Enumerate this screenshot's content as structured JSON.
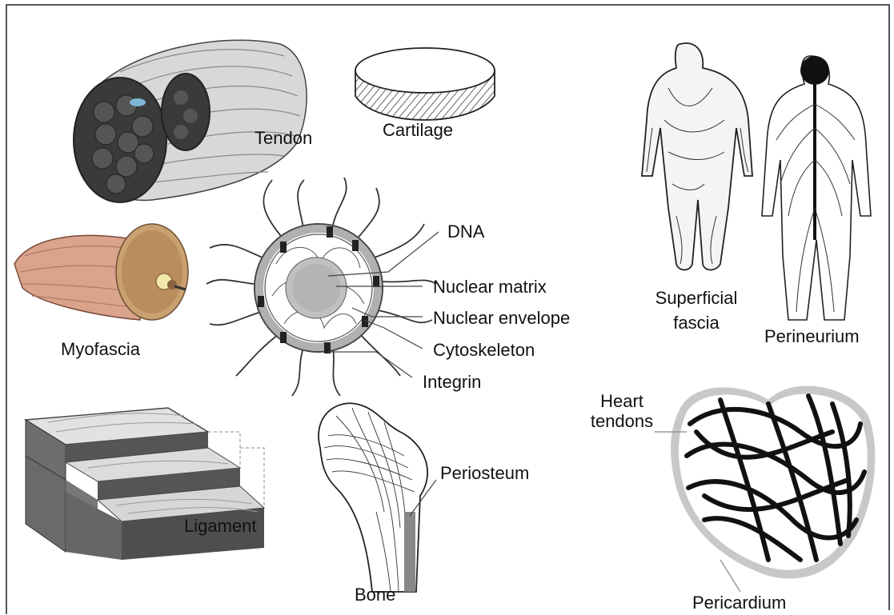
{
  "labels": {
    "tendon": "Tendon",
    "cartilage": "Cartilage",
    "myofascia": "Myofascia",
    "ligament": "Ligament",
    "bone": "Bone",
    "periosteum": "Periosteum",
    "dna": "DNA",
    "nuclear_matrix": "Nuclear matrix",
    "nuclear_envelope": "Nuclear envelope",
    "cytoskeleton": "Cytoskeleton",
    "integrin": "Integrin",
    "superficial_fascia_line1": "Superficial",
    "superficial_fascia_line2": "fascia",
    "perineurium": "Perineurium",
    "heart_tendons_line1": "Heart",
    "heart_tendons_line2": "tendons",
    "pericardium": "Pericardium"
  },
  "colors": {
    "frame": "#555555",
    "ink": "#111111",
    "membrane": "#a9a9a9",
    "muscle": "#d9a38c",
    "tendon_grey": "#8c8c8c",
    "pericardium": "#c8c8c8"
  }
}
